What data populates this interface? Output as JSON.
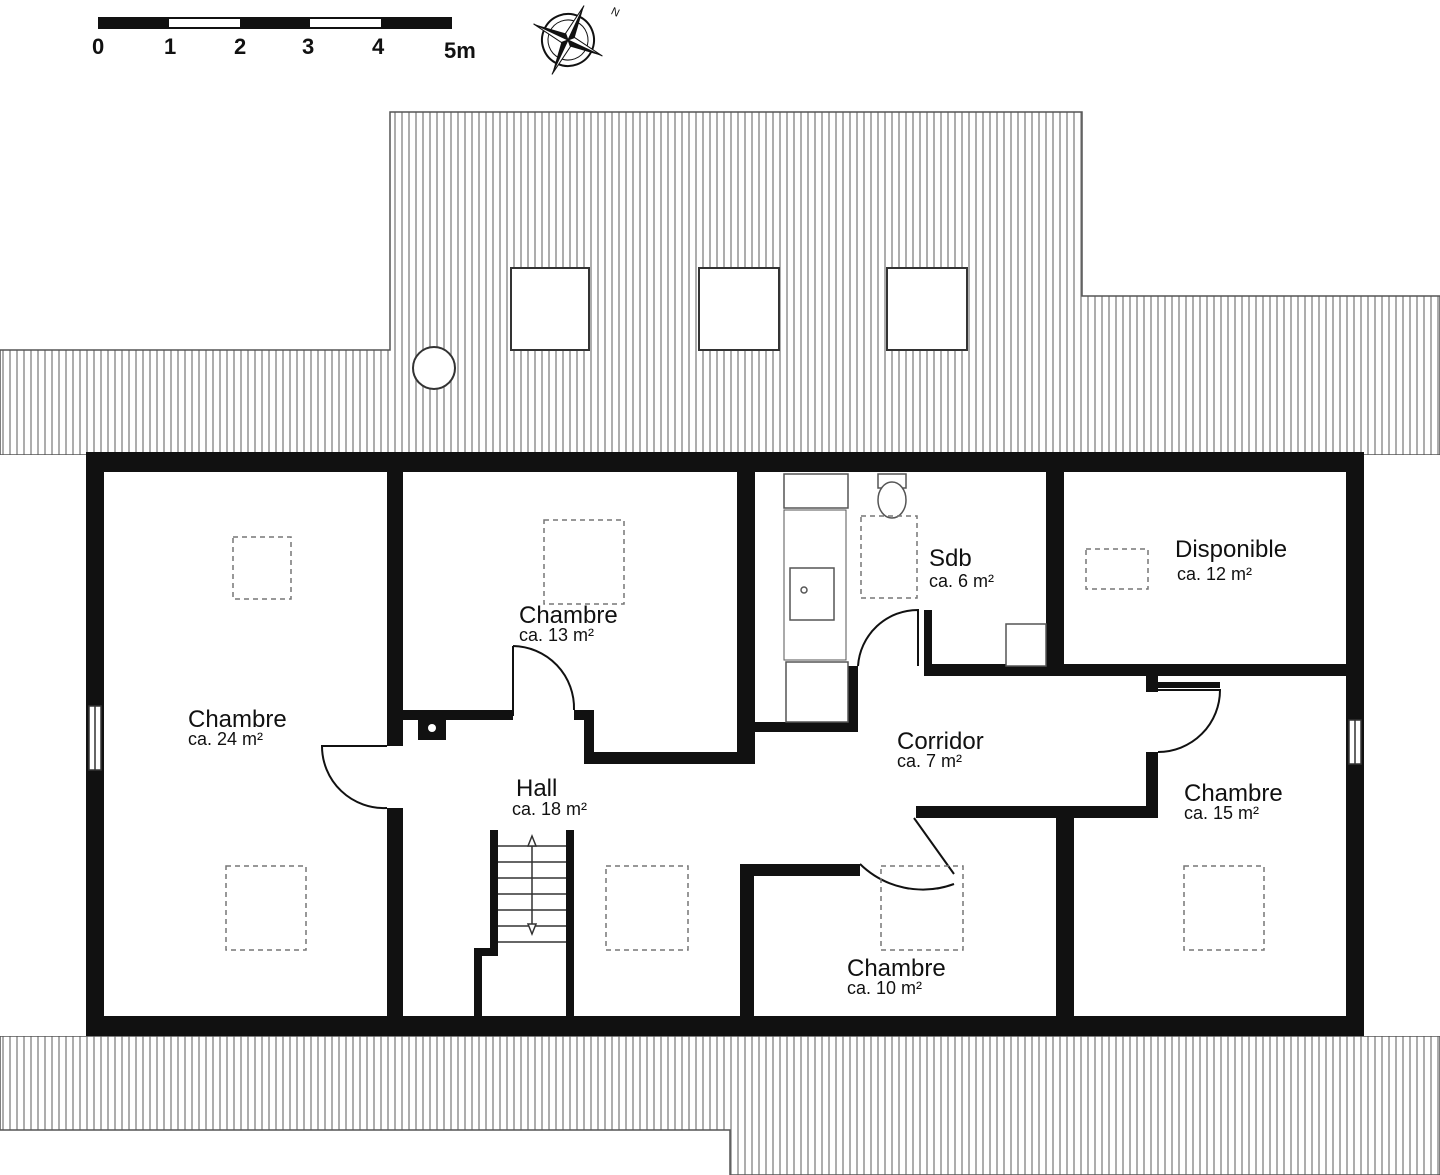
{
  "scale_bar": {
    "ticks": [
      "0",
      "1",
      "2",
      "3",
      "4"
    ],
    "end_label": "5m"
  },
  "compass": {
    "north_letter": "N"
  },
  "rooms": {
    "chambre_left": {
      "name": "Chambre",
      "area": "ca. 24 m²"
    },
    "chambre_top": {
      "name": "Chambre",
      "area": "ca. 13 m²"
    },
    "sdb": {
      "name": "Sdb",
      "area": "ca. 6 m²"
    },
    "disponible": {
      "name": "Disponible",
      "area": "ca. 12 m²"
    },
    "corridor": {
      "name": "Corridor",
      "area": "ca. 7 m²"
    },
    "hall": {
      "name": "Hall",
      "area": "ca. 18 m²"
    },
    "chambre_right": {
      "name": "Chambre",
      "area": "ca. 15 m²"
    },
    "chambre_bottom": {
      "name": "Chambre",
      "area": "ca. 10 m²"
    }
  },
  "colors": {
    "wall": "#111111",
    "roof_hatch": "#8a8a8a",
    "background": "#ffffff"
  }
}
